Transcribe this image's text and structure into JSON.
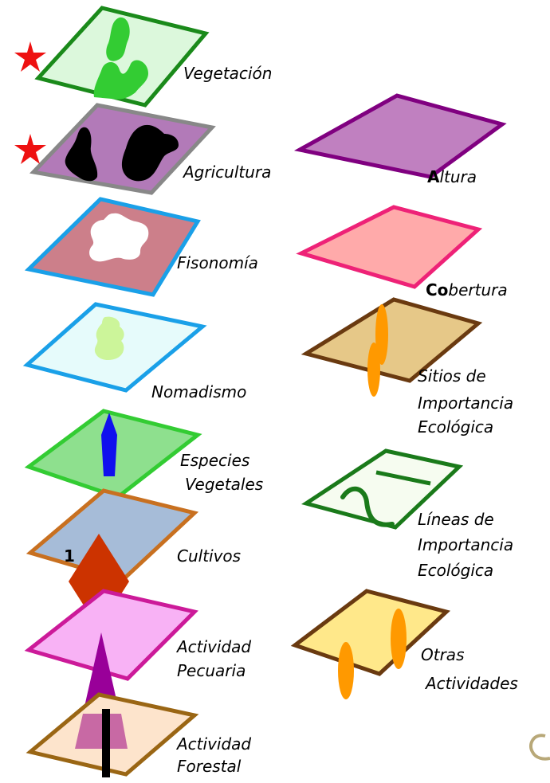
{
  "left_layers": [
    {
      "label": "Vegetación",
      "starred": true,
      "fill": "#dcf8dc",
      "stroke": "#1a8a1a"
    },
    {
      "label": "Agricultura",
      "starred": true,
      "fill": "#b27ab8",
      "stroke": "#888888"
    },
    {
      "label": "Fisonomía",
      "starred": false,
      "fill": "#cc7f8a",
      "stroke": "#1aa0e8"
    },
    {
      "label": "Nomadismo",
      "starred": false,
      "fill": "#e6fbfb",
      "stroke": "#1aa0e8"
    },
    {
      "label_line1": "Especies",
      "label_line2": "Vegetales",
      "starred": false,
      "fill": "#8ee08e",
      "stroke": "#33cc33"
    },
    {
      "label": "Cultivos",
      "starred": false,
      "fill": "#a6bcd8",
      "stroke": "#c87020"
    },
    {
      "label_line1": "Actividad",
      "label_line2": "Pecuaria",
      "starred": false,
      "fill": "#f8b2f5",
      "stroke": "#cc1a99"
    },
    {
      "label_line1": "Actividad",
      "label_line2": "Forestal",
      "starred": false,
      "fill": "#fde4cc",
      "stroke": "#9a6614"
    }
  ],
  "right_layers": [
    {
      "label_bold": "A",
      "label_rest": "ltura",
      "fill": "#c080c0",
      "stroke": "#800080"
    },
    {
      "label_bold": "Co",
      "label_rest": "bertura",
      "fill": "#ffaaaa",
      "stroke": "#ee2277"
    },
    {
      "label_line1": "Sitios de",
      "label_line2": "Importancia",
      "label_line3": "Ecológica",
      "fill": "#e6c888",
      "stroke": "#6a3a10"
    },
    {
      "label_line1": "Líneas de",
      "label_line2": "Importancia",
      "label_line3": "Ecológica",
      "fill": "#f6fcf0",
      "stroke": "#1a7a1a"
    },
    {
      "label_line1": "Otras",
      "label_line2": "Actividades",
      "fill": "#ffe88a",
      "stroke": "#6a3a10"
    }
  ],
  "number_marker": "1",
  "colors": {
    "star": "#ee1111",
    "vegetation_blob": "#33cc33",
    "agriculture_blob": "#000000",
    "fisonomia_blob": "#ffffff",
    "nomadismo_blob": "#ccf59a",
    "species_shape": "#1010ee",
    "cultivos_diamond": "#cc3300",
    "pecuaria_triangle": "#990099",
    "forestal_bar": "#000000",
    "sitios_ellipse": "#ff9900",
    "lineas_curve": "#1a7a1a"
  }
}
